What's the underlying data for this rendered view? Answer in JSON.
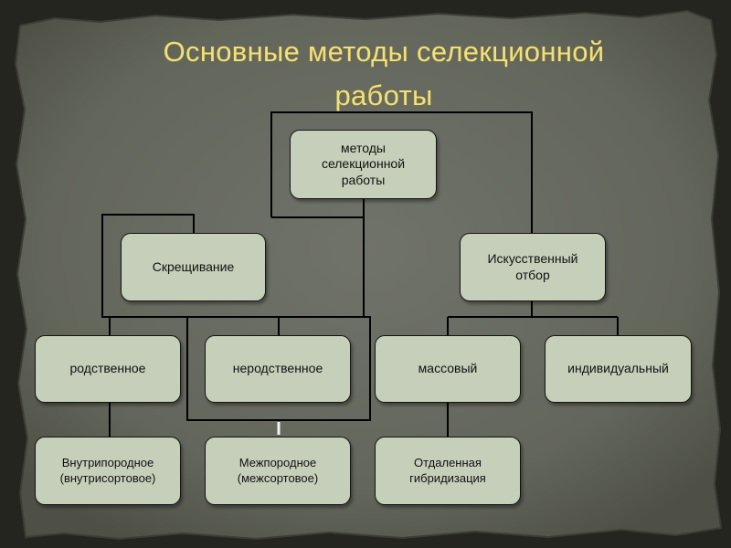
{
  "title": {
    "line1": "Основные методы селекционной",
    "line2": "работы"
  },
  "nodes": {
    "root": "методы\nселекционной\nработы",
    "crossing": "Скрещивание",
    "selection": "Искусственный\nотбор",
    "related": "родственное",
    "unrelated": "неродственное",
    "mass": "массовый",
    "individual": "индивидуальный",
    "intrabreed": "Внутрипородное\n(внутрисортовое)",
    "interbreed": "Межпородное\n(межсортовое)",
    "distant": "Отдаленная\nгибридизация"
  },
  "colors": {
    "background": "#6b6e62",
    "box_fill": "#c6cfba",
    "lines": "#000000",
    "title": "#f2e07a"
  }
}
